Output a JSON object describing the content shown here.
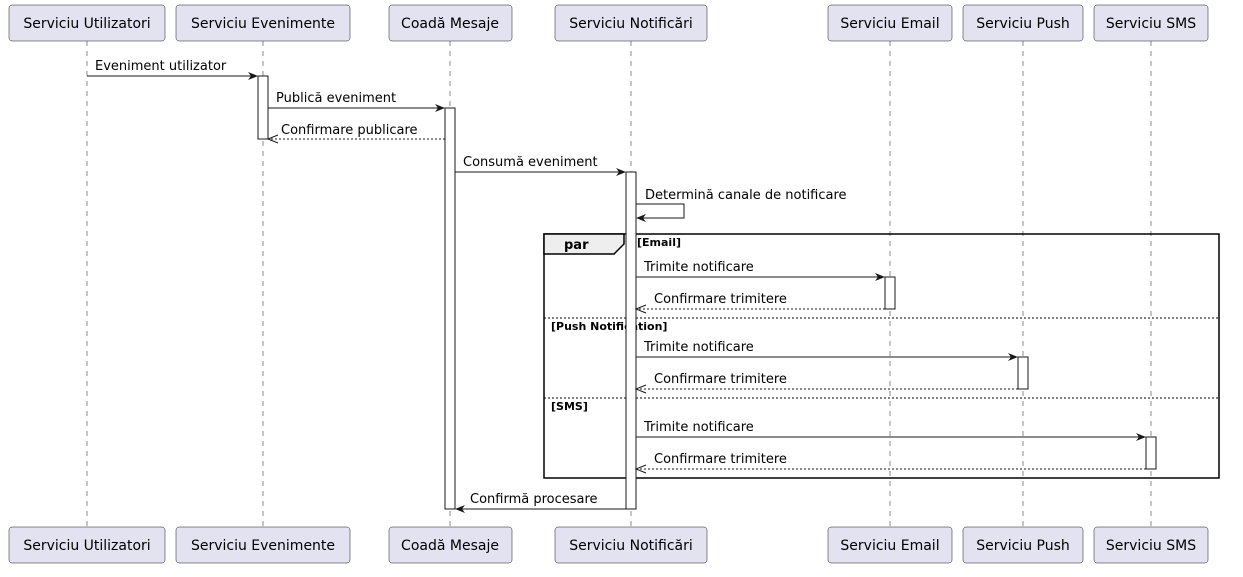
{
  "participants": [
    {
      "id": "users",
      "label": "Serviciu Utilizatori"
    },
    {
      "id": "events",
      "label": "Serviciu Evenimente"
    },
    {
      "id": "queue",
      "label": "Coadă Mesaje"
    },
    {
      "id": "notif",
      "label": "Serviciu Notificări"
    },
    {
      "id": "email",
      "label": "Serviciu Email"
    },
    {
      "id": "push",
      "label": "Serviciu Push"
    },
    {
      "id": "sms",
      "label": "Serviciu SMS"
    }
  ],
  "messages": [
    {
      "from": "users",
      "to": "events",
      "label": "Eveniment utilizator",
      "style": "solid"
    },
    {
      "from": "events",
      "to": "queue",
      "label": "Publică eveniment",
      "style": "solid"
    },
    {
      "from": "queue",
      "to": "events",
      "label": "Confirmare publicare",
      "style": "dashed"
    },
    {
      "from": "queue",
      "to": "notif",
      "label": "Consumă eveniment",
      "style": "solid"
    },
    {
      "from": "notif",
      "to": "notif",
      "label": "Determină canale de notificare",
      "style": "self"
    },
    {
      "from": "notif",
      "to": "email",
      "label": "Trimite notificare",
      "style": "solid"
    },
    {
      "from": "email",
      "to": "notif",
      "label": "Confirmare trimitere",
      "style": "dashed"
    },
    {
      "from": "notif",
      "to": "push",
      "label": "Trimite notificare",
      "style": "solid"
    },
    {
      "from": "push",
      "to": "notif",
      "label": "Confirmare trimitere",
      "style": "dashed"
    },
    {
      "from": "notif",
      "to": "sms",
      "label": "Trimite notificare",
      "style": "solid"
    },
    {
      "from": "sms",
      "to": "notif",
      "label": "Confirmare trimitere",
      "style": "dashed"
    },
    {
      "from": "notif",
      "to": "queue",
      "label": "Confirmă procesare",
      "style": "solid"
    }
  ],
  "fragment": {
    "kind": "par",
    "conditions": [
      "[Email]",
      "[Push Notification]",
      "[SMS]"
    ]
  }
}
